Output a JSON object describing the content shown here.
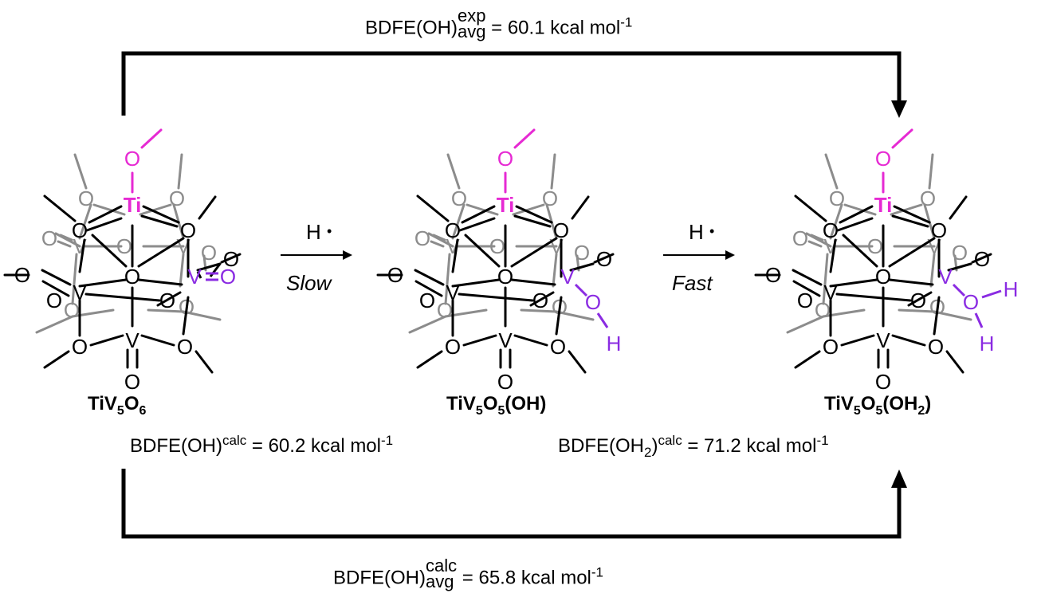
{
  "top_equation": {
    "prefix": "BDFE(OH)",
    "sup": "exp",
    "sub": "avg",
    "value": " = 60.1 kcal mol",
    "exponent": "-1"
  },
  "bottom_equation": {
    "prefix": "BDFE(OH)",
    "sup": "calc",
    "sub": "avg",
    "value": " = 65.8 kcal mol",
    "exponent": "-1"
  },
  "left_calc": {
    "prefix": "BDFE(OH)",
    "sup": "calc",
    "value": " = 60.2 kcal mol",
    "exponent": "-1"
  },
  "right_calc": {
    "prefix_a": "BDFE(OH",
    "sub": "2",
    "prefix_b": ")",
    "sup": "calc",
    "value": " = 71.2 kcal mol",
    "exponent": "-1"
  },
  "compounds": [
    {
      "name_a": "TiV",
      "sub_a": "5",
      "name_b": "O",
      "sub_b": "6",
      "name_c": ""
    },
    {
      "name_a": "TiV",
      "sub_a": "5",
      "name_b": "O",
      "sub_b": "5",
      "name_c": "(OH)"
    },
    {
      "name_a": "TiV",
      "sub_a": "5",
      "name_b": "O",
      "sub_b": "5",
      "name_c": "(OH",
      "sub_c": "2",
      "name_d": ")"
    }
  ],
  "steps": [
    {
      "reagent": "H",
      "radical_dot": "•",
      "condition": "Slow"
    },
    {
      "reagent": "H",
      "radical_dot": "•",
      "condition": "Fast"
    }
  ],
  "atoms": {
    "O": "O",
    "V": "V",
    "Ti": "Ti",
    "H": "H"
  },
  "colors": {
    "black": "#000000",
    "gray": "#8c8c8c",
    "magenta": "#e62ad3",
    "violet": "#8a2be2"
  }
}
